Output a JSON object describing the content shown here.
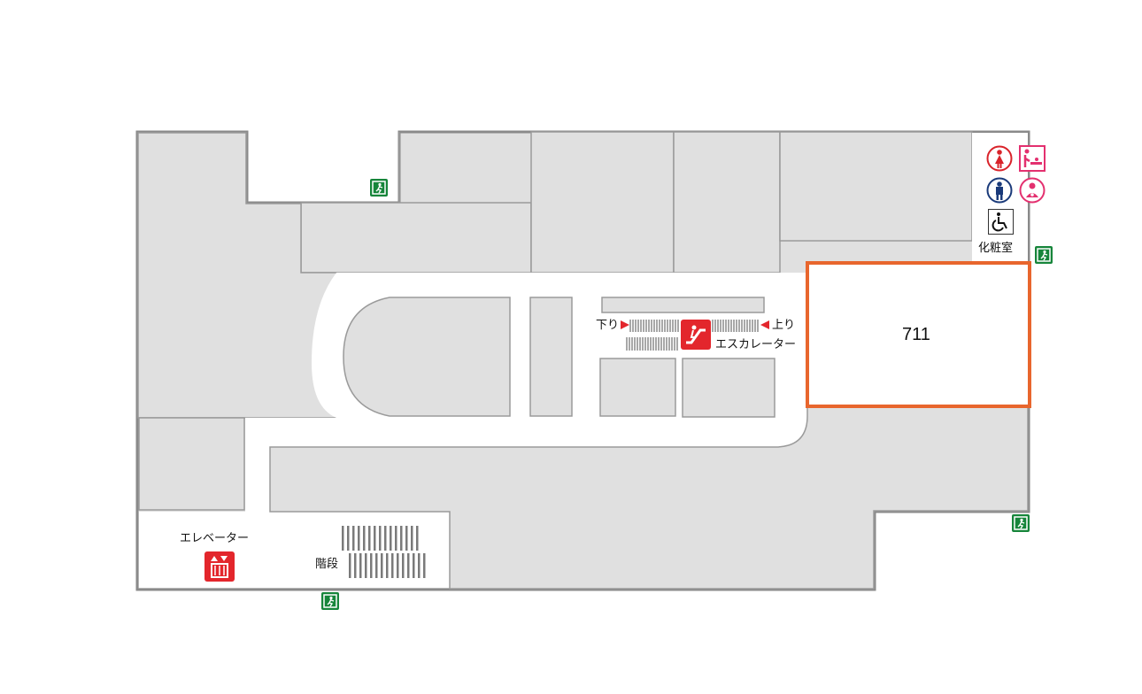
{
  "floor_map": {
    "highlighted_shop": {
      "number": "711",
      "highlight_color": "#e8662d"
    },
    "labels": {
      "elevator": "エレベーター",
      "escalator": "エスカレーター",
      "stairs": "階段",
      "powder_room": "化粧室",
      "down": "下り",
      "up": "上り"
    },
    "icons": {
      "emergency_exit": "emergency-exit-icon",
      "elevator": "elevator-icon",
      "escalator": "escalator-icon",
      "womens_restroom": "womens-restroom-icon",
      "mens_restroom": "mens-restroom-icon",
      "wheelchair_restroom": "wheelchair-icon",
      "baby_changing": "baby-changing-icon",
      "ostomate": "ostomate-icon"
    },
    "colors": {
      "shop_fill": "#e0e0e0",
      "wall": "#8a8a8a",
      "corridor": "#ffffff",
      "exit_green": "#16853a",
      "facility_red": "#e3262c",
      "mens_blue": "#1a3a7a",
      "womens_red": "#d9232a",
      "accessible_magenta": "#e3306f"
    }
  }
}
